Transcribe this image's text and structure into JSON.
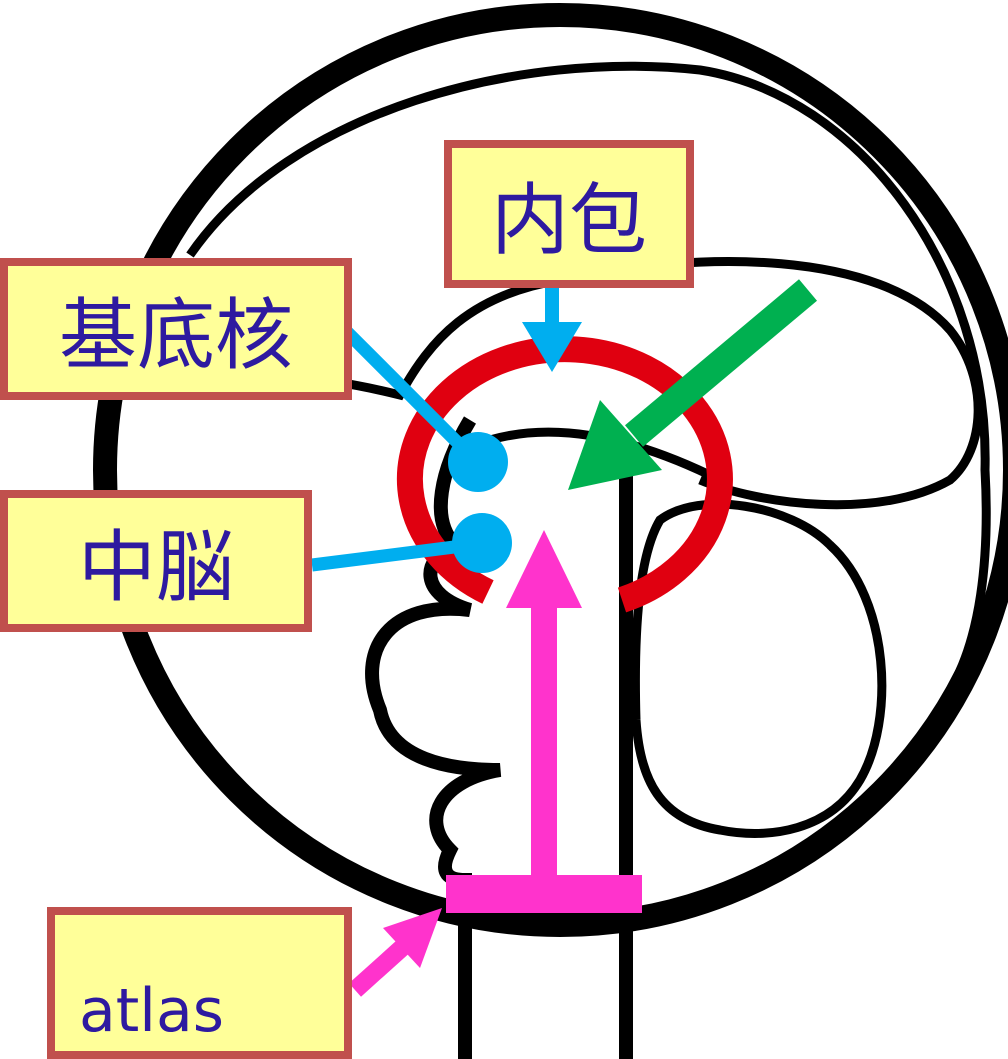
{
  "labels": {
    "internal_capsule": "内包",
    "basal_ganglia": "基底核",
    "midbrain": "中脳",
    "atlas": "atlas"
  },
  "colors": {
    "outline": "#000000",
    "label_fill": "#ffff99",
    "label_border": "#c0504d",
    "label_text": "#2e1aa0",
    "red_arc": "#e00010",
    "blue_pointer": "#00aeef",
    "green_arrow": "#00b050",
    "magenta_arrow": "#ff33cc"
  }
}
